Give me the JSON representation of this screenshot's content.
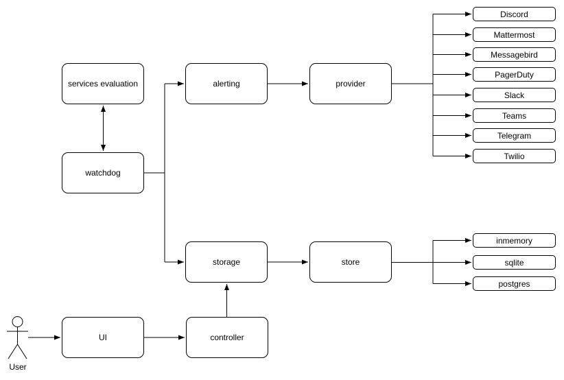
{
  "diagram": {
    "nodes": {
      "services_evaluation": "services evaluation",
      "watchdog": "watchdog",
      "alerting": "alerting",
      "provider": "provider",
      "storage": "storage",
      "store": "store",
      "ui": "UI",
      "controller": "controller"
    },
    "providers": [
      "Discord",
      "Mattermost",
      "Messagebird",
      "PagerDuty",
      "Slack",
      "Teams",
      "Telegram",
      "Twilio"
    ],
    "stores": [
      "inmemory",
      "sqlite",
      "postgres"
    ],
    "actor": {
      "label": "User"
    },
    "colors": {
      "stroke": "#000000",
      "node_fill": "#ffffff",
      "text": "#000000",
      "background": "#ffffff"
    }
  }
}
